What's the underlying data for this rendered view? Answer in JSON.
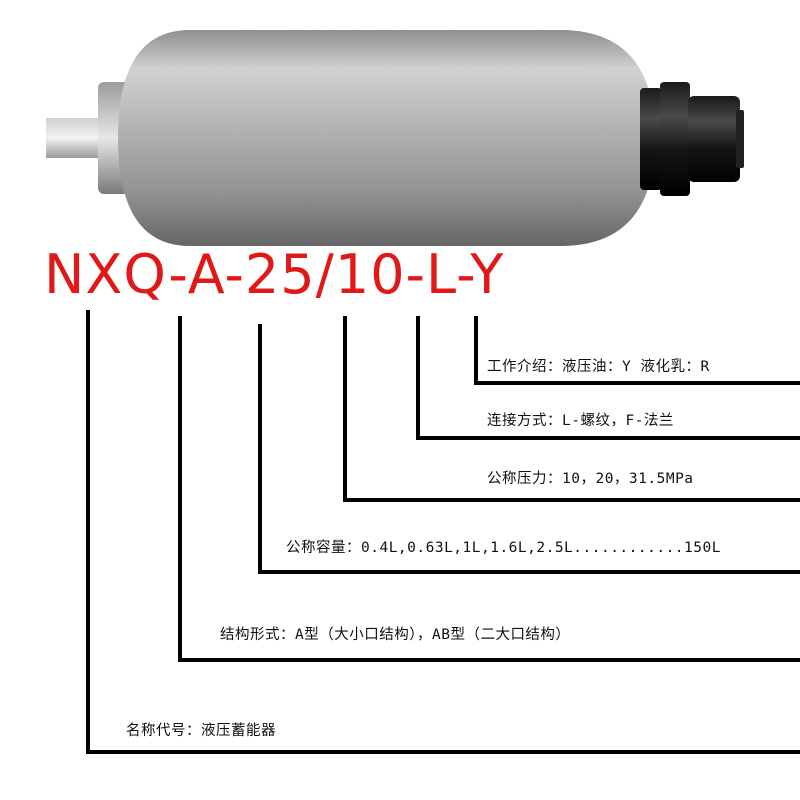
{
  "model_code": "NXQ-A-25/10-L-Y",
  "colors": {
    "code": "#e01818",
    "text": "#111111",
    "line": "#000000"
  },
  "descriptions": [
    {
      "id": "medium",
      "text": "工作介绍：液压油：Y  液化乳：R"
    },
    {
      "id": "connection",
      "text": "连接方式：L-螺纹，F-法兰"
    },
    {
      "id": "pressure",
      "text": "公称压力：10，20，31.5MPa"
    },
    {
      "id": "volume",
      "text": "公称容量：0.4L,0.63L,1L,1.6L,2.5L............150L"
    },
    {
      "id": "structure",
      "text": "结构形式：A型（大小口结构），AB型（二大口结构）"
    },
    {
      "id": "name",
      "text": "名称代号：液压蓄能器"
    }
  ]
}
